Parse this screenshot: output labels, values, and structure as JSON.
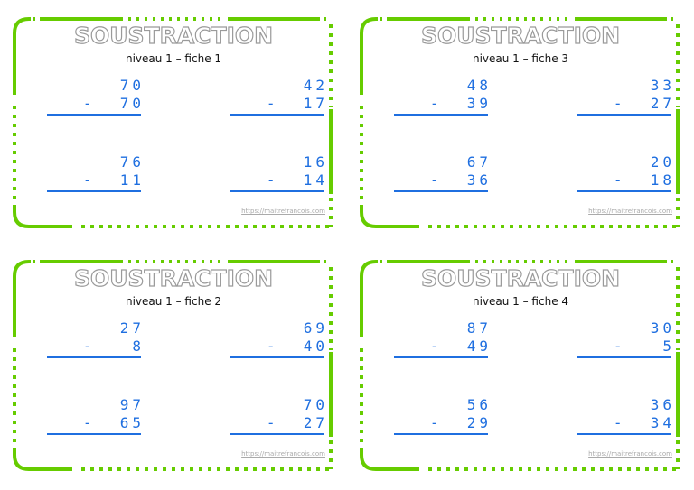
{
  "cards": [
    {
      "title": "SOUSTRACTION",
      "subtitle": "niveau 1 – fiche 1",
      "url": "https://maitrefrancois.com",
      "problems": [
        {
          "a": "70",
          "b": "-  70"
        },
        {
          "a": "42",
          "b": "-  17"
        },
        {
          "a": "76",
          "b": "-  11"
        },
        {
          "a": "16",
          "b": "-  14"
        }
      ]
    },
    {
      "title": "SOUSTRACTION",
      "subtitle": "niveau 1 – fiche 3",
      "url": "https://maitrefrancois.com",
      "problems": [
        {
          "a": "48",
          "b": "-  39"
        },
        {
          "a": "33",
          "b": "-  27"
        },
        {
          "a": "67",
          "b": "-  36"
        },
        {
          "a": "20",
          "b": "-  18"
        }
      ]
    },
    {
      "title": "SOUSTRACTION",
      "subtitle": "niveau 1 – fiche 2",
      "url": "https://maitrefrancois.com",
      "problems": [
        {
          "a": "27",
          "b": "-   8"
        },
        {
          "a": "69",
          "b": "-  40"
        },
        {
          "a": "97",
          "b": "-  65"
        },
        {
          "a": "70",
          "b": "-  27"
        }
      ]
    },
    {
      "title": "SOUSTRACTION",
      "subtitle": "niveau 1 – fiche 4",
      "url": "https://maitrefrancois.com",
      "problems": [
        {
          "a": "87",
          "b": "-  49"
        },
        {
          "a": "30",
          "b": "-   5"
        },
        {
          "a": "56",
          "b": "-  29"
        },
        {
          "a": "36",
          "b": "-  34"
        }
      ]
    }
  ],
  "colors": {
    "border": "#66cc00",
    "digits": "#1f6fe0"
  }
}
